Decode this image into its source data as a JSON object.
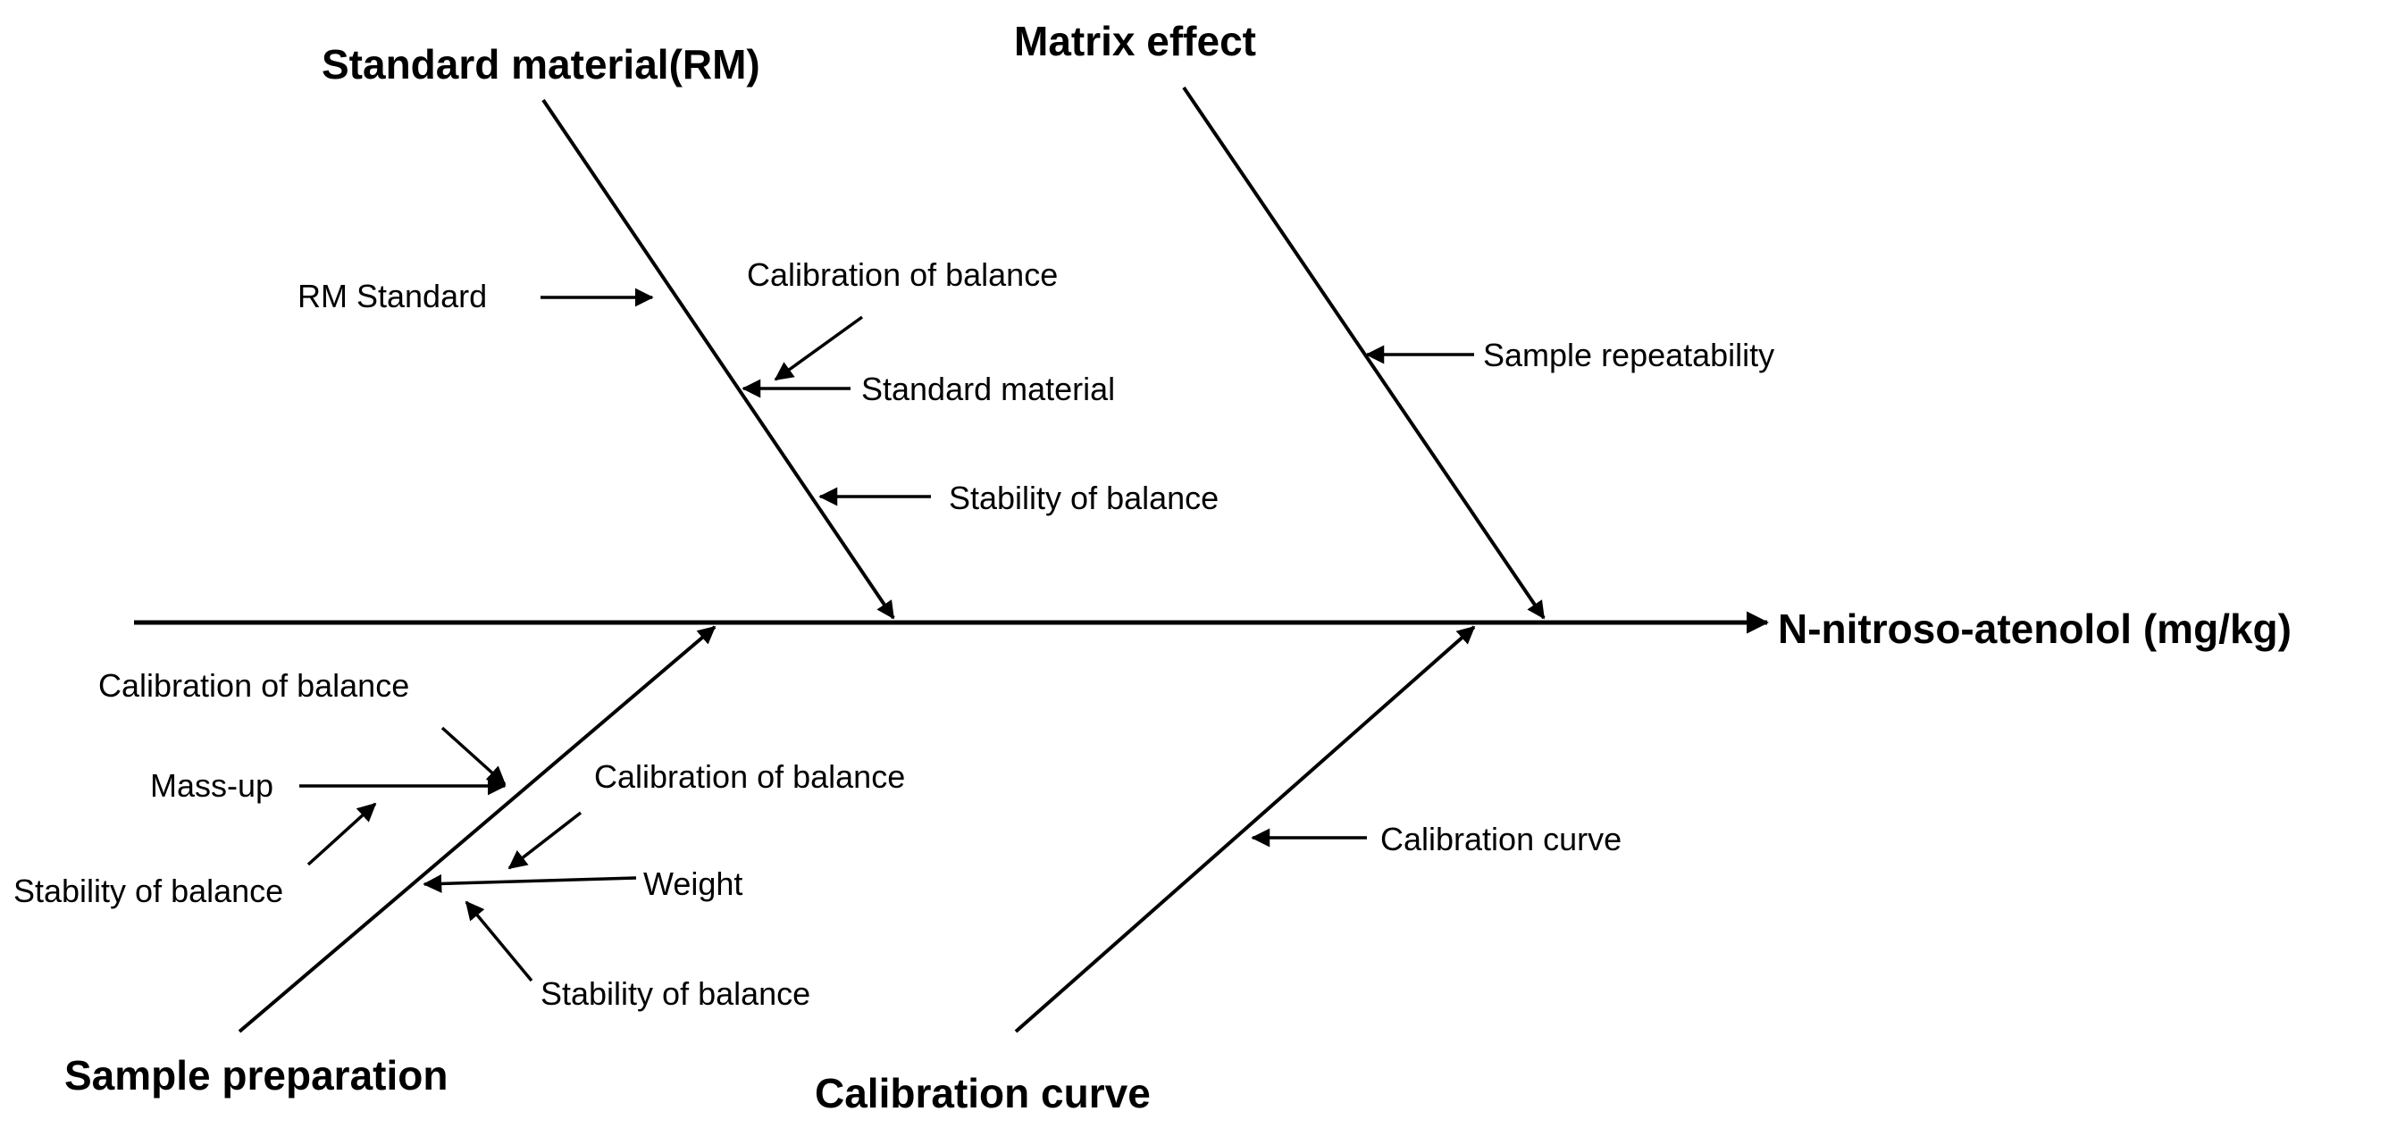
{
  "diagram": {
    "effect": "N-nitroso-atenolol (mg/kg)",
    "categories": {
      "standard_material": "Standard material(RM)",
      "matrix_effect": "Matrix effect",
      "sample_preparation": "Sample preparation",
      "calibration_curve": "Calibration curve"
    },
    "causes": {
      "rm_standard": "RM Standard",
      "rm_calibration_of_balance": "Calibration of balance",
      "rm_standard_material": "Standard material",
      "rm_stability_of_balance": "Stability of balance",
      "sample_repeatability": "Sample repeatability",
      "sp_calibration_of_balance_1": "Calibration of balance",
      "sp_mass_up": "Mass-up",
      "sp_stability_of_balance_1": "Stability of balance",
      "sp_calibration_of_balance_2": "Calibration of balance",
      "sp_weight": "Weight",
      "sp_stability_of_balance_2": "Stability of balance",
      "cc_calibration_curve": "Calibration curve"
    }
  }
}
